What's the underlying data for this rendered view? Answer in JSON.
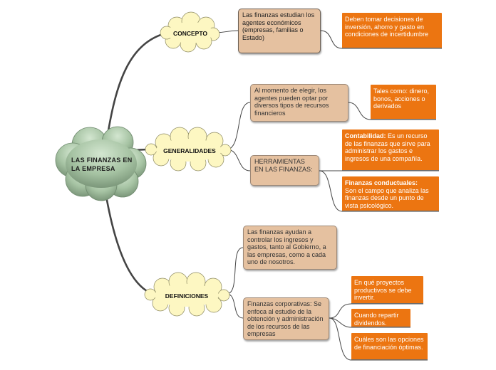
{
  "central": {
    "label": "LAS FINANZAS EN LA EMPRESA"
  },
  "concepto": {
    "label": "CONCEPTO",
    "text": "Las finanzas estudian los agentes económicos (empresas, familias o Estado)",
    "detail": "Deben tomar decisiones de inversión, ahorro y gasto en condiciones de incertidumbre"
  },
  "generalidades": {
    "label": "GENERALIDADES",
    "momento": "Al momento de elegir, los agentes pueden optar por diversos tipos de recursos financieros",
    "momento_detail": "Tales como: dinero, bonos, acciones o derivados",
    "herramientas": "HERRAMIENTAS EN LAS FINANZAS:",
    "contabilidad_title": "Contabilidad:",
    "contabilidad_text": " Es un recurso de las finanzas que sirve para administrar los gastos e ingresos de una compañía.",
    "conductuales_title": "Finanzas conductuales:",
    "conductuales_text": "Son el campo que analiza las finanzas desde un punto de vista psicológico."
  },
  "definiciones": {
    "label": "DEFINICIONES",
    "ayudan": "Las finanzas ayudan a controlar los ingresos y gastos, tanto al Gobierno, a las empresas, como a cada uno de nosotros.",
    "corporativas": "Finanzas corporativas: Se enfoca al estudio de la obtención y administración de los recursos de las empresas",
    "proyectos": "En qué proyectos productivos se debe invertir.",
    "dividendos": "Cuando repartir dividendos.",
    "financiacion": "Cuáles son las opciones de financiación óptimas."
  },
  "colors": {
    "tan_box": "#e5c1a0",
    "orange_box": "#ec7511",
    "yellow_cloud": "#fdf7c2",
    "green_cloud": "#a9c6a6",
    "connector": "#444444"
  }
}
